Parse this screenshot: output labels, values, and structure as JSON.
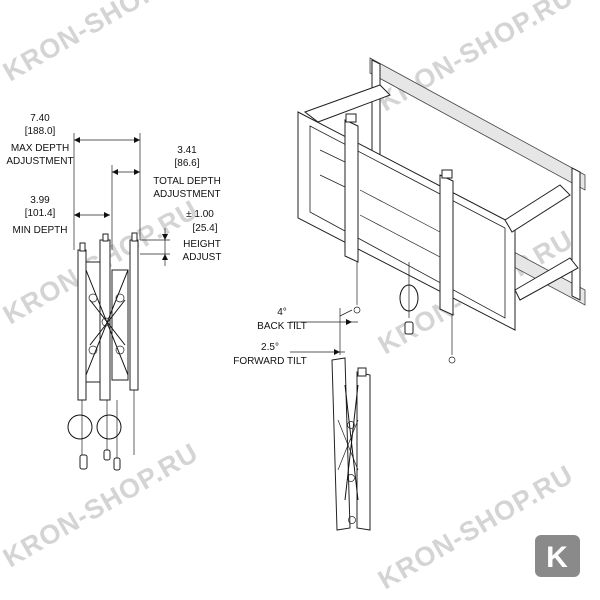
{
  "watermark": "KRON-SHOP.RU",
  "logo": "K",
  "dimensions": {
    "max_depth": [
      "7.40",
      "[188.0]",
      "MAX DEPTH",
      "ADJUSTMENT"
    ],
    "total_depth": [
      "3.41",
      "[86.6]",
      "TOTAL DEPTH",
      "ADJUSTMENT"
    ],
    "min_depth": [
      "3.99",
      "[101.4]",
      "MIN DEPTH"
    ],
    "height_adjust": [
      "± 1.00",
      "[25.4]",
      "HEIGHT",
      "ADJUST"
    ]
  },
  "tilt": {
    "back": [
      "4°",
      "BACK TILT"
    ],
    "forward": [
      "2.5°",
      "FORWARD TILT"
    ]
  }
}
